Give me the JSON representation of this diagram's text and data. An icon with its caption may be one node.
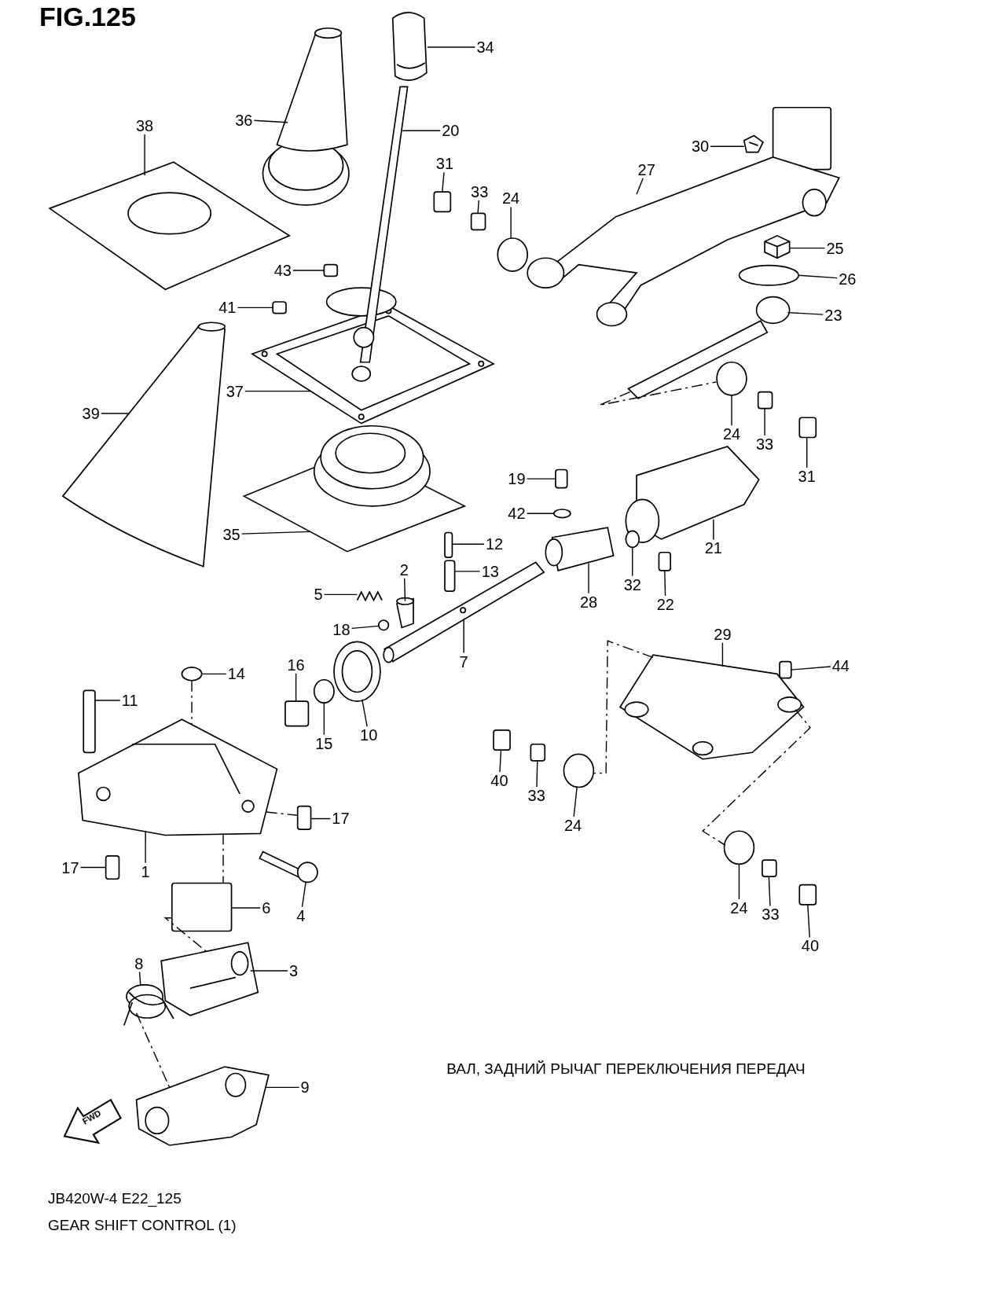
{
  "diagram": {
    "title": "FIG.125",
    "nodes": [
      {
        "text": [
          "34"
        ]
      },
      {
        "text": [
          "20"
        ]
      },
      {
        "text": [
          "36"
        ]
      },
      {
        "text": [
          "38"
        ]
      },
      {
        "text": [
          "30"
        ]
      },
      {
        "text": [
          "27"
        ]
      },
      {
        "text": [
          "31"
        ]
      },
      {
        "text": [
          "33"
        ]
      },
      {
        "text": [
          "24"
        ]
      },
      {
        "text": [
          "43"
        ]
      },
      {
        "text": [
          "25"
        ]
      },
      {
        "text": [
          "26"
        ]
      },
      {
        "text": [
          "41"
        ]
      },
      {
        "text": [
          "23"
        ]
      },
      {
        "text": [
          "37"
        ]
      },
      {
        "text": [
          "39"
        ]
      },
      {
        "text": [
          "24"
        ]
      },
      {
        "text": [
          "33"
        ]
      },
      {
        "text": [
          "31"
        ]
      },
      {
        "text": [
          "19"
        ]
      },
      {
        "text": [
          "42"
        ]
      },
      {
        "text": [
          "21"
        ]
      },
      {
        "text": [
          "35"
        ]
      },
      {
        "text": [
          "12"
        ]
      },
      {
        "text": [
          "13"
        ]
      },
      {
        "text": [
          "2"
        ]
      },
      {
        "text": [
          "28"
        ]
      },
      {
        "text": [
          "32"
        ]
      },
      {
        "text": [
          "22"
        ]
      },
      {
        "text": [
          "5"
        ]
      },
      {
        "text": [
          "18"
        ]
      },
      {
        "text": [
          "29"
        ]
      },
      {
        "text": [
          "7"
        ]
      },
      {
        "text": [
          "44"
        ]
      },
      {
        "text": [
          "16"
        ]
      },
      {
        "text": [
          "14"
        ]
      },
      {
        "text": [
          "11"
        ]
      },
      {
        "text": [
          "15"
        ]
      },
      {
        "text": [
          "10"
        ]
      },
      {
        "text": [
          "40"
        ]
      },
      {
        "text": [
          "33"
        ]
      },
      {
        "text": [
          "24"
        ]
      },
      {
        "text": [
          "17"
        ]
      },
      {
        "text": [
          "17"
        ]
      },
      {
        "text": [
          "1"
        ]
      },
      {
        "text": [
          "4"
        ]
      },
      {
        "text": [
          "6"
        ]
      },
      {
        "text": [
          "24"
        ]
      },
      {
        "text": [
          "33"
        ]
      },
      {
        "text": [
          "40"
        ]
      },
      {
        "text": [
          "8"
        ]
      },
      {
        "text": [
          "3"
        ]
      },
      {
        "text": [
          "9"
        ]
      },
      {
        "text": [],
        "shape": "picture"
      },
      {
        "text": [],
        "shape": "picture"
      },
      {
        "text": [],
        "shape": "picture"
      },
      {
        "text": [],
        "shape": "picture"
      },
      {
        "text": [],
        "shape": "picture"
      },
      {
        "text": [],
        "shape": "picture"
      },
      {
        "text": [],
        "shape": "box"
      },
      {
        "text": [],
        "shape": "box"
      },
      {
        "text": [],
        "shape": "circle"
      },
      {
        "text": [],
        "shape": "box"
      },
      {
        "text": [],
        "shape": "picture"
      },
      {
        "text": [],
        "shape": "circle"
      },
      {
        "text": [],
        "shape": "box"
      },
      {
        "text": [],
        "shape": "picture"
      },
      {
        "text": [],
        "shape": "picture"
      },
      {
        "text": [],
        "shape": "picture"
      },
      {
        "text": [],
        "shape": "circle"
      },
      {
        "text": [],
        "shape": "box"
      },
      {
        "text": [],
        "shape": "box"
      },
      {
        "text": [],
        "shape": "box"
      },
      {
        "text": [],
        "shape": "circle"
      },
      {
        "text": [],
        "shape": "picture"
      },
      {
        "text": [],
        "shape": "picture"
      },
      {
        "text": [],
        "shape": "box"
      },
      {
        "text": [],
        "shape": "box"
      },
      {
        "text": [],
        "shape": "picture"
      },
      {
        "text": [],
        "shape": "picture"
      },
      {
        "text": [],
        "shape": "circle"
      },
      {
        "text": [],
        "shape": "box"
      },
      {
        "text": [],
        "shape": "picture"
      },
      {
        "text": [],
        "shape": "circle"
      },
      {
        "text": [],
        "shape": "picture"
      },
      {
        "text": [],
        "shape": "picture"
      },
      {
        "text": [],
        "shape": "box"
      },
      {
        "text": [],
        "shape": "box"
      },
      {
        "text": [],
        "shape": "circle"
      },
      {
        "text": [],
        "shape": "box"
      },
      {
        "text": [],
        "shape": "circle"
      },
      {
        "text": [],
        "shape": "picture"
      },
      {
        "text": [],
        "shape": "box"
      },
      {
        "text": [],
        "shape": "box"
      },
      {
        "text": [],
        "shape": "circle"
      },
      {
        "text": [],
        "shape": "box"
      },
      {
        "text": [],
        "shape": "box"
      },
      {
        "text": [],
        "shape": "picture"
      },
      {
        "text": [],
        "shape": "picture"
      },
      {
        "text": [],
        "shape": "box"
      },
      {
        "text": [],
        "shape": "circle"
      },
      {
        "text": [],
        "shape": "box"
      },
      {
        "text": [],
        "shape": "box"
      },
      {
        "text": [],
        "shape": "picture"
      },
      {
        "text": [],
        "shape": "picture"
      },
      {
        "text": [],
        "shape": "picture"
      }
    ],
    "edges": [
      {
        "from": 0,
        "to": 53,
        "arrow": "none"
      },
      {
        "from": 1,
        "to": 54,
        "arrow": "none"
      },
      {
        "from": 2,
        "to": 55,
        "arrow": "none"
      },
      {
        "from": 3,
        "to": 56,
        "arrow": "none"
      },
      {
        "from": 4,
        "to": 57,
        "arrow": "none"
      },
      {
        "from": 5,
        "to": 58,
        "arrow": "none"
      },
      {
        "from": 6,
        "to": 59,
        "arrow": "none"
      },
      {
        "from": 7,
        "to": 60,
        "arrow": "none"
      },
      {
        "from": 8,
        "to": 61,
        "arrow": "none"
      },
      {
        "from": 9,
        "to": 62,
        "arrow": "none"
      },
      {
        "from": 10,
        "to": 63,
        "arrow": "none"
      },
      {
        "from": 11,
        "to": 64,
        "arrow": "none"
      },
      {
        "from": 12,
        "to": 65,
        "arrow": "none"
      },
      {
        "from": 13,
        "to": 66,
        "arrow": "none"
      },
      {
        "from": 14,
        "to": 67,
        "arrow": "none"
      },
      {
        "from": 15,
        "to": 68,
        "arrow": "none"
      },
      {
        "from": 16,
        "to": 69,
        "arrow": "none"
      },
      {
        "from": 17,
        "to": 70,
        "arrow": "none"
      },
      {
        "from": 18,
        "to": 71,
        "arrow": "none"
      },
      {
        "from": 19,
        "to": 72,
        "arrow": "none"
      },
      {
        "from": 20,
        "to": 73,
        "arrow": "none"
      },
      {
        "from": 21,
        "to": 74,
        "arrow": "none"
      },
      {
        "from": 22,
        "to": 75,
        "arrow": "none"
      },
      {
        "from": 23,
        "to": 76,
        "arrow": "none"
      },
      {
        "from": 24,
        "to": 77,
        "arrow": "none"
      },
      {
        "from": 25,
        "to": 78,
        "arrow": "none"
      },
      {
        "from": 26,
        "to": 79,
        "arrow": "none"
      },
      {
        "from": 27,
        "to": 80,
        "arrow": "none"
      },
      {
        "from": 28,
        "to": 81,
        "arrow": "none"
      },
      {
        "from": 29,
        "to": 82,
        "arrow": "none"
      },
      {
        "from": 30,
        "to": 83,
        "arrow": "none"
      },
      {
        "from": 31,
        "to": 84,
        "arrow": "none"
      },
      {
        "from": 32,
        "to": 85,
        "arrow": "none"
      },
      {
        "from": 33,
        "to": 86,
        "arrow": "none"
      },
      {
        "from": 34,
        "to": 87,
        "arrow": "none"
      },
      {
        "from": 35,
        "to": 88,
        "arrow": "none"
      },
      {
        "from": 36,
        "to": 89,
        "arrow": "none"
      },
      {
        "from": 37,
        "to": 90,
        "arrow": "none"
      },
      {
        "from": 38,
        "to": 91,
        "arrow": "none"
      },
      {
        "from": 39,
        "to": 92,
        "arrow": "none"
      },
      {
        "from": 40,
        "to": 93,
        "arrow": "none"
      },
      {
        "from": 41,
        "to": 94,
        "arrow": "none"
      },
      {
        "from": 42,
        "to": 95,
        "arrow": "none"
      },
      {
        "from": 43,
        "to": 96,
        "arrow": "none"
      },
      {
        "from": 44,
        "to": 97,
        "arrow": "none"
      },
      {
        "from": 45,
        "to": 98,
        "arrow": "none"
      },
      {
        "from": 46,
        "to": 99,
        "arrow": "none"
      },
      {
        "from": 47,
        "to": 100,
        "arrow": "none"
      },
      {
        "from": 48,
        "to": 101,
        "arrow": "none"
      },
      {
        "from": 49,
        "to": 102,
        "arrow": "none"
      },
      {
        "from": 50,
        "to": 103,
        "arrow": "none"
      },
      {
        "from": 51,
        "to": 104,
        "arrow": "none"
      },
      {
        "from": 52,
        "to": 105,
        "arrow": "none"
      },
      {
        "from": 88,
        "to": 97,
        "arrow": "none",
        "style": "dashed"
      },
      {
        "from": 97,
        "to": 95,
        "arrow": "none",
        "style": "dashed"
      },
      {
        "from": 84,
        "to": 94,
        "arrow": "none",
        "style": "dashed"
      },
      {
        "from": 66,
        "to": 69,
        "arrow": "none",
        "style": "dashed"
      },
      {
        "from": 84,
        "to": 100,
        "arrow": "none",
        "style": "dashed"
      },
      {
        "from": 97,
        "to": 99,
        "arrow": "none",
        "style": "dashed"
      },
      {
        "from": 99,
        "to": 104,
        "arrow": "none",
        "style": "dashed"
      },
      {
        "from": 103,
        "to": 105,
        "arrow": "none",
        "style": "dashed"
      }
    ],
    "labels": [
      "FWD",
      "ВАЛ, ЗАДНИЙ РЫЧАГ ПЕРЕКЛЮЧЕНИЯ ПЕРЕДАЧ",
      "JB420W-4 E22_125",
      "GEAR SHIFT CONTROL (1)"
    ]
  }
}
